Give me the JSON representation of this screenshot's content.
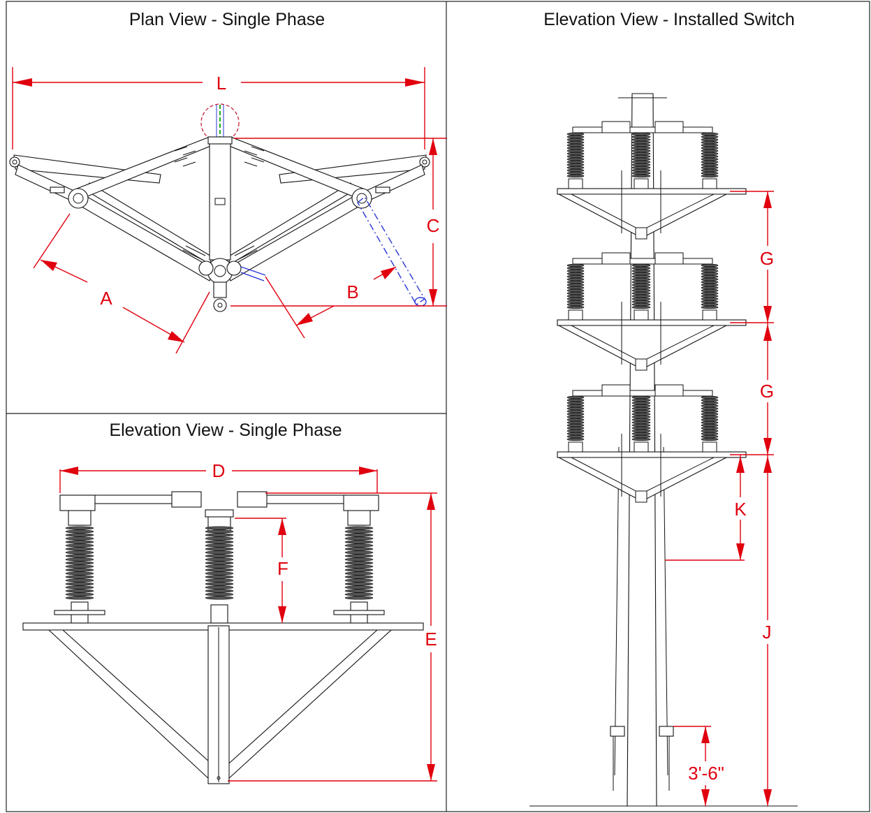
{
  "titles": {
    "plan_single": "Plan View - Single Phase",
    "elev_single": "Elevation View - Single Phase",
    "elev_installed": "Elevation View - Installed Switch"
  },
  "dimensions": {
    "L": "L",
    "A": "A",
    "B": "B",
    "C": "C",
    "D": "D",
    "E": "E",
    "F": "F",
    "G1": "G",
    "G2": "G",
    "J": "J",
    "K": "K",
    "ground_clearance": "3'-6\""
  },
  "colors": {
    "dimension": "#e0000e",
    "frame": "#222222",
    "blade_open": "#2a35d6",
    "contact_green": "#22aa22"
  }
}
